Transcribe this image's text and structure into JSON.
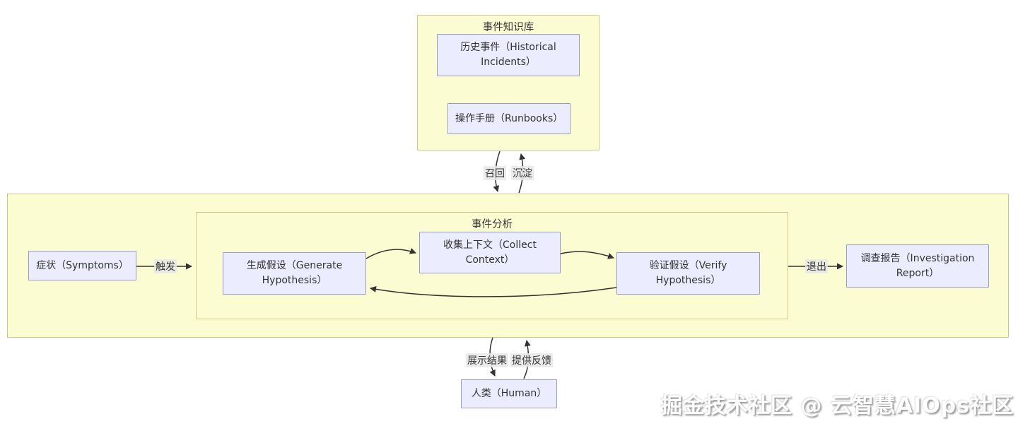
{
  "clusters": {
    "kb_title": "事件知识库",
    "analysis_title": "事件分析"
  },
  "nodes": {
    "historical": "历史事件（Historical Incidents）",
    "runbooks": "操作手册（Runbooks）",
    "symptoms": "症状（Symptoms）",
    "generate": "生成假设（Generate Hypothesis）",
    "collect": "收集上下文（Collect Context）",
    "verify": "验证假设（Verify Hypothesis）",
    "report": "调查报告（Investigation Report）",
    "human": "人类（Human）"
  },
  "edge_labels": {
    "recall": "召回",
    "deposit": "沉淀",
    "trigger": "触发",
    "exit": "退出",
    "show_results": "展示结果",
    "provide_feedback": "提供反馈"
  },
  "watermark": "掘金技术社区 @ 云智慧AIOps社区",
  "colors": {
    "cluster_fill": "#fcfcd3",
    "cluster_border": "#c9c98f",
    "node_fill": "#ececff",
    "node_border": "#9999cc",
    "arrow": "#333333",
    "edge_label_bg": "#e8e8e8",
    "watermark_text": "#ffffff"
  }
}
